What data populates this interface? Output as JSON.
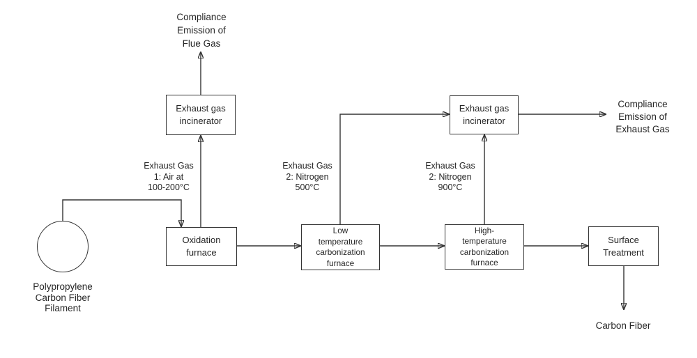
{
  "diagram": {
    "nodes": {
      "filament": {
        "label": "Polypropylene\nCarbon Fiber\nFilament"
      },
      "oxidation_furnace": {
        "label": "Oxidation\nfurnace"
      },
      "exhaust_incinerator_left": {
        "label": "Exhaust gas\nincinerator"
      },
      "low_temp_furnace": {
        "label": "Low\ntemperature\ncarbonization\nfurnace"
      },
      "high_temp_furnace": {
        "label": "High-\ntemperature\ncarbonization\nfurnace"
      },
      "exhaust_incinerator_right": {
        "label": "Exhaust gas\nincinerator"
      },
      "surface_treatment": {
        "label": "Surface\nTreatment"
      }
    },
    "flow_labels": {
      "flue_gas_compliance": "Compliance\nEmission of\nFlue Gas",
      "exhaust_gas_1": "Exhaust Gas\n1: Air at\n100-200°C",
      "exhaust_gas_2_500": "Exhaust Gas\n2: Nitrogen\n500°C",
      "exhaust_gas_2_900": "Exhaust Gas\n2: Nitrogen\n900°C",
      "exhaust_gas_compliance": "Compliance\nEmission of\nExhaust Gas",
      "carbon_fiber_output": "Carbon Fiber"
    },
    "colors": {
      "line": "#333333",
      "text": "#262626",
      "node_fill": "#ffffff",
      "background": "#ffffff"
    }
  }
}
